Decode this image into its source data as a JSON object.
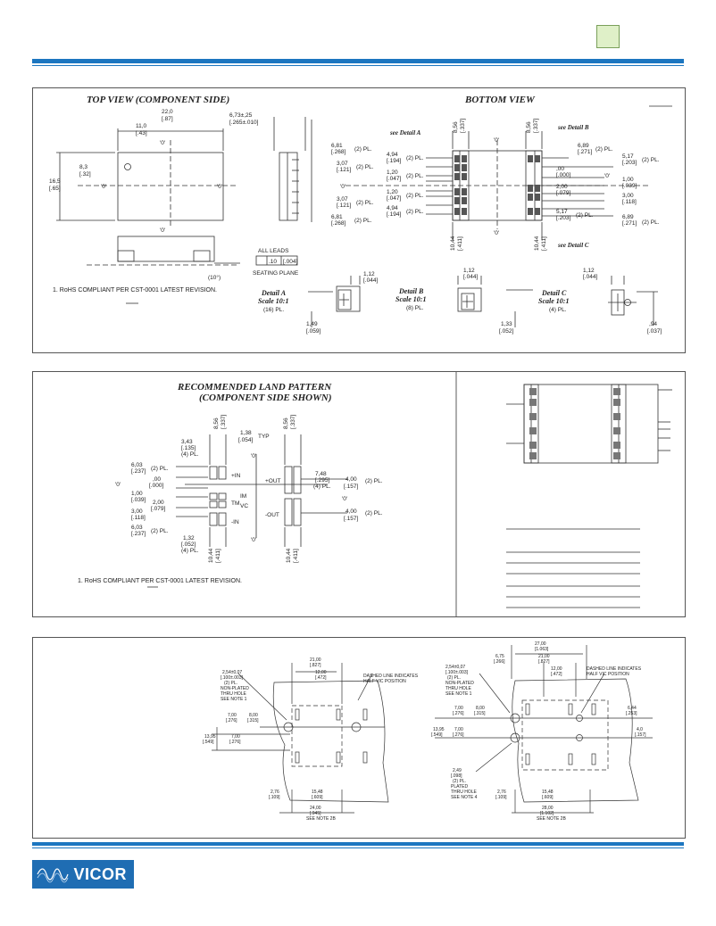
{
  "brand": {
    "logo_text": "VICOR"
  },
  "colors": {
    "accent": "#1c76c0",
    "logo_bg": "#1f6db3",
    "badge_fill": "#dff0c8"
  },
  "panel1": {
    "top_view_title": "TOP VIEW (COMPONENT SIDE)",
    "bottom_view_title": "BOTTOM VIEW",
    "note": "1.  RoHS COMPLIANT PER CST-0001 LATEST REVISION.",
    "all_leads": "ALL LEADS",
    "seating_plane": "SEATING PLANE",
    "tol_a": ".10",
    "tol_b": "[.004]",
    "angle": "(10°)",
    "top_width": "22,0",
    "top_width_in": "[.87]",
    "top_half": "11,0",
    "top_half_in": "[.43]",
    "top_height": "16,5",
    "top_height_in": "[.65]",
    "top_half_h": "8,3",
    "top_half_h_in": "[.32]",
    "thickness": "6,73±,25",
    "thickness_in": "[.265±.010]",
    "origin": "'0'",
    "see_detail_a": "see Detail A",
    "see_detail_b": "see Detail B",
    "see_detail_c": "see Detail C",
    "pitch": "8,56",
    "pitch_in": "[.337]",
    "edge": "10,44",
    "edge_in": "[.411]",
    "left_dims": [
      {
        "mm": "6,81",
        "in": "[.268]",
        "q": "(2) PL."
      },
      {
        "mm": "4,94",
        "in": "[.194]",
        "q": "(2) PL."
      },
      {
        "mm": "3,07",
        "in": "[.121]",
        "q": "(2) PL."
      },
      {
        "mm": "1,20",
        "in": "[.047]",
        "q": "(2) PL."
      },
      {
        "mm": "1,20",
        "in": "[.047]",
        "q": "(2) PL."
      },
      {
        "mm": "3,07",
        "in": "[.121]",
        "q": "(2) PL."
      },
      {
        "mm": "4,94",
        "in": "[.194]",
        "q": "(2) PL."
      },
      {
        "mm": "6,81",
        "in": "[.268]",
        "q": "(2) PL."
      }
    ],
    "right_dims": [
      {
        "mm": "6,89",
        "in": "[.271]",
        "q": "(2) PL."
      },
      {
        "mm": "5,17",
        "in": "[.203]",
        "q": "(2) PL."
      },
      {
        "mm": ",00",
        "in": "[.000]",
        "q": ""
      },
      {
        "mm": "1,00",
        "in": "[.039]",
        "q": ""
      },
      {
        "mm": "2,00",
        "in": "[.079]",
        "q": ""
      },
      {
        "mm": "3,00",
        "in": "[.118]",
        "q": ""
      },
      {
        "mm": "5,17",
        "in": "[.203]",
        "q": "(2) PL."
      },
      {
        "mm": "6,89",
        "in": "[.271]",
        "q": "(2) PL."
      }
    ],
    "details": [
      {
        "title": "Detail A",
        "scale": "Scale 10:1",
        "qty": "(16) PL.",
        "dim1": "1,12",
        "dim1_in": "[.044]",
        "dim2": "1,49",
        "dim2_in": "[.059]"
      },
      {
        "title": "Detail B",
        "scale": "Scale 10:1",
        "qty": "(8) PL.",
        "dim1": "1,12",
        "dim1_in": "[.044]",
        "dim2": "1,33",
        "dim2_in": "[.052]"
      },
      {
        "title": "Detail C",
        "scale": "Scale 10:1",
        "qty": "(4) PL.",
        "dim1": "1,12",
        "dim1_in": "[.044]",
        "dim2": ",94",
        "dim2_in": "[.037]"
      }
    ]
  },
  "panel2": {
    "title1": "RECOMMENDED LAND PATTERN",
    "title2": "(COMPONENT SIDE SHOWN)",
    "note": "1.  RoHS COMPLIANT PER CST-0001 LATEST REVISION.",
    "typ": "TYP",
    "pad_w": "1,38",
    "pad_w_in": "[.054]",
    "pad_g": "3,43",
    "pad_g_in": "[.135]",
    "pad_g_q": "(4) PL.",
    "pitch": "8,56",
    "pitch_in": "[.337]",
    "edge": "10,44",
    "edge_in": "[.411]",
    "w2": "7,48",
    "w2_in": "[.295]",
    "w2_q": "(4) PL.",
    "origin": "'0'",
    "pins_left": [
      "+IN",
      "IM",
      "TM",
      "VC",
      "-IN"
    ],
    "pins_right": [
      "+OUT",
      "-OUT"
    ],
    "left_dims": [
      {
        "mm": "6,03",
        "in": "[.237]",
        "q": "(2) PL."
      },
      {
        "mm": ",00",
        "in": "[.000]",
        "q": ""
      },
      {
        "mm": "1,00",
        "in": "[.039]",
        "q": ""
      },
      {
        "mm": "2,00",
        "in": "[.079]",
        "q": ""
      },
      {
        "mm": "3,00",
        "in": "[.118]",
        "q": ""
      },
      {
        "mm": "6,03",
        "in": "[.237]",
        "q": "(2) PL."
      },
      {
        "mm": "1,32",
        "in": "[.052]",
        "q": "(4) PL."
      }
    ],
    "right_dims": [
      {
        "mm": "4,00",
        "in": "[.157]",
        "q": "(2) PL."
      },
      {
        "mm": "4,00",
        "in": "[.157]",
        "q": "(2) PL."
      }
    ]
  },
  "panel3": {
    "left": {
      "top_w": "21,00",
      "top_w_in": "[.827]",
      "inner_w": "12,00",
      "inner_w_in": "[.472]",
      "hole": "2,54±0,07",
      "hole_in": "[.100±.003]",
      "hole_note1": "(2) PL.",
      "hole_note2": "NON-PLATED",
      "hole_note3": "THRU HOLE",
      "hole_note4": "SEE NOTE 1",
      "dashed_note1": "DASHED LINE INDICATES",
      "dashed_note2": "HALF VIC POSITION",
      "d1": "7,00",
      "d1_in": "[.276]",
      "d2": "8,00",
      "d2_in": "[.315]",
      "d3": "7,00",
      "d3_in": "[.276]",
      "d4": "13,95",
      "d4_in": "[.549]",
      "bot1": "2,76",
      "bot1_in": "[.109]",
      "bot2": "15,48",
      "bot2_in": "[.609]",
      "bot3": "24,00",
      "bot3_in": "[.945]",
      "see_note": "SEE NOTE 2B"
    },
    "right": {
      "top_w": "27,00",
      "top_w_in": "[1.063]",
      "inner_w": "21,00",
      "inner_w_in": "[.827]",
      "d0": "6,75",
      "d0_in": "[.266]",
      "inner2": "12,00",
      "inner2_in": "[.472]",
      "hole": "2,54±0,07",
      "hole_in": "[.100±.003]",
      "hole_note1": "(2) PL.",
      "hole_note2": "NON-PLATED",
      "hole_note3": "THRU HOLE",
      "hole_note4": "SEE NOTE 1",
      "dashed_note1": "DASHED LINE INDICATES",
      "dashed_note2": "HALF VIC POSITION",
      "d1": "7,00",
      "d1_in": "[.276]",
      "d2": "8,00",
      "d2_in": "[.315]",
      "d3": "13,95",
      "d3_in": "[.549]",
      "d4": "7,00",
      "d4_in": "[.276]",
      "r1": "6,44",
      "r1_in": "[.253]",
      "r2": "4,0",
      "r2_in": "[.157]",
      "hole2": "2,49",
      "hole2_in": "[.098]",
      "hole2_note1": "(2) PL.",
      "hole2_note2": "PLATED",
      "hole2_note3": "THRU HOLE",
      "hole2_note4": "SEE NOTE 4",
      "bot1": "2,76",
      "bot1_in": "[.109]",
      "bot2": "15,48",
      "bot2_in": "[.609]",
      "bot3": "28,00",
      "bot3_in": "[1.102]",
      "see_note": "SEE NOTE 2B"
    }
  }
}
